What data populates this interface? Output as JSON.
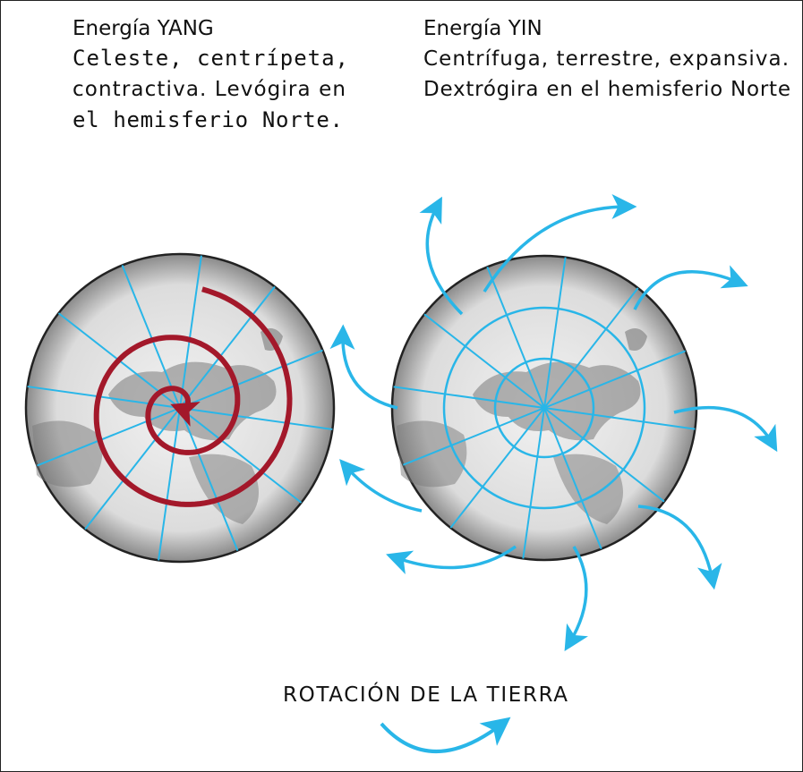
{
  "yang": {
    "title": "Energía YANG",
    "lines": [
      "Celeste, centrípeta,",
      "contractiva. Levógira en",
      "el hemisferio Norte."
    ]
  },
  "yin": {
    "title": "Energía YIN",
    "lines": [
      "Centrífuga, terrestre, expansiva.",
      "Dextrógira en el hemisferio Norte"
    ]
  },
  "caption": "ROTACIÓN DE LA TIERRA",
  "colors": {
    "spiral": "#a3182a",
    "lines": "#29b6e8",
    "globe": "#d9d9d9",
    "land": "#7a7a7a"
  }
}
